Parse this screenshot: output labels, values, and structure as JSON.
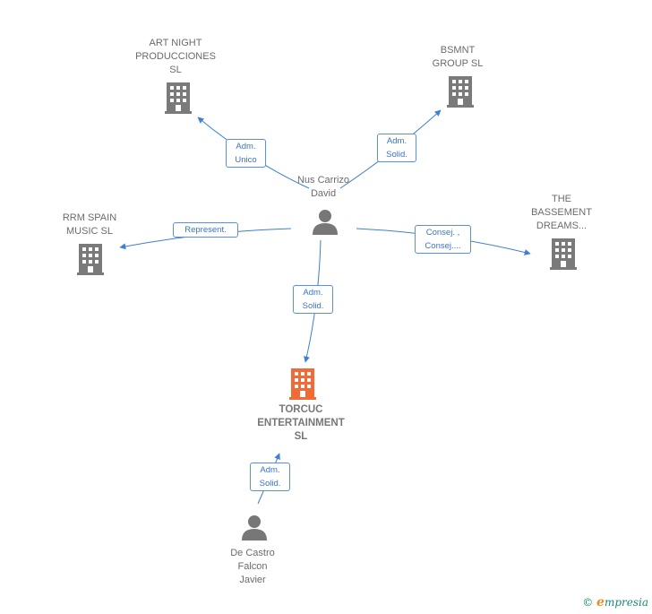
{
  "nodes": {
    "center": {
      "label": "Nus Carrizo\nDavid",
      "icon": "person-icon"
    },
    "art": {
      "label": "ART NIGHT\nPRODUCCIONES\nSL",
      "icon": "building-icon"
    },
    "bsmnt": {
      "label": "BSMNT\nGROUP  SL",
      "icon": "building-icon"
    },
    "rrm": {
      "label": "RRM SPAIN\nMUSIC  SL",
      "icon": "building-icon"
    },
    "basement": {
      "label": "THE\nBASSEMENT\nDREAMS...",
      "icon": "building-icon"
    },
    "torcuc": {
      "label": "TORCUC\nENTERTAINMENT\nSL",
      "icon": "building-icon"
    },
    "decastro": {
      "label": "De Castro\nFalcon\nJavier",
      "icon": "person-icon"
    }
  },
  "edges": {
    "art": "Adm.\nUnico",
    "bsmnt": "Adm.\nSolid.",
    "rrm": "Represent.",
    "basement": "Consej. ,\nConsej....",
    "torcuc": "Adm.\nSolid.",
    "decastro": "Adm.\nSolid."
  },
  "colors": {
    "edge": "#3d7fd1",
    "company": "#7a7a7a",
    "focus_company": "#f26a35",
    "person": "#777777"
  },
  "brand": {
    "copyright": "©",
    "e": "e",
    "name": "mpresia"
  }
}
